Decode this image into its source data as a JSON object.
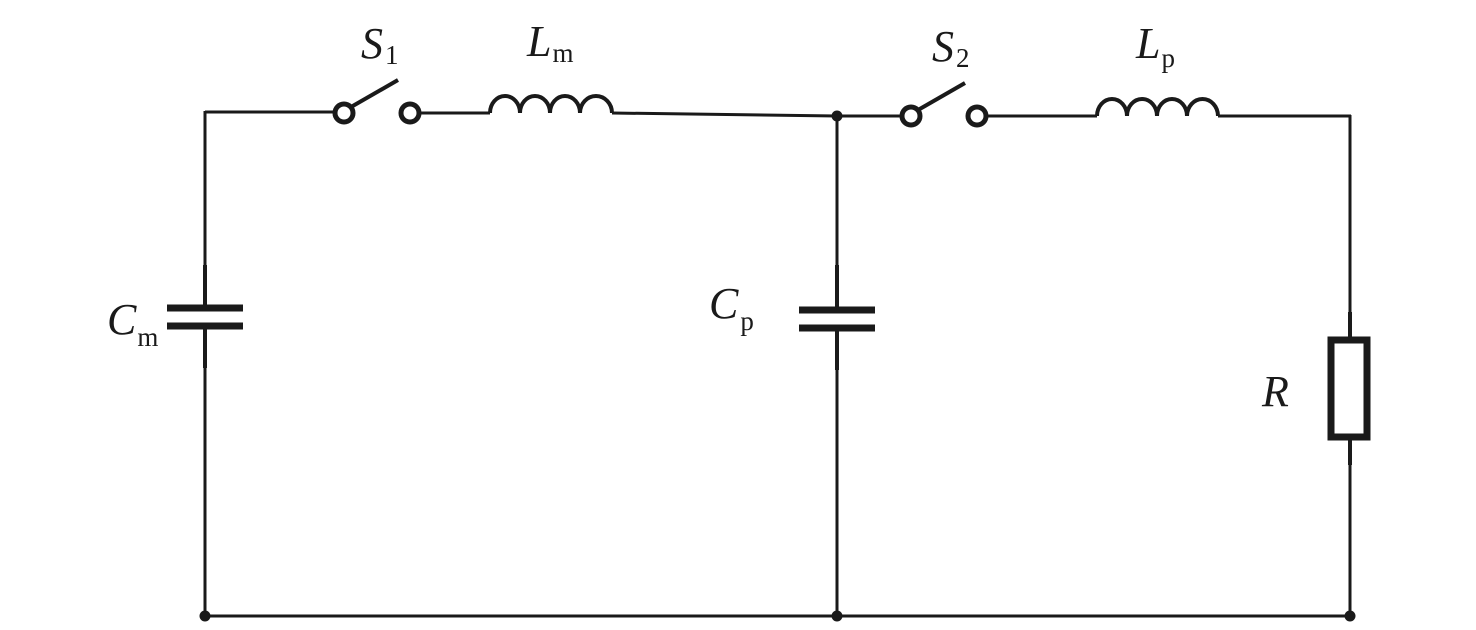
{
  "components": {
    "s1": {
      "main": "S",
      "sub": "1"
    },
    "lm": {
      "main": "L",
      "sub": "m"
    },
    "s2": {
      "main": "S",
      "sub": "2"
    },
    "lp": {
      "main": "L",
      "sub": "p"
    },
    "cm": {
      "main": "C",
      "sub": "m"
    },
    "cp": {
      "main": "C",
      "sub": "p"
    },
    "r": {
      "main": "R",
      "sub": ""
    }
  }
}
